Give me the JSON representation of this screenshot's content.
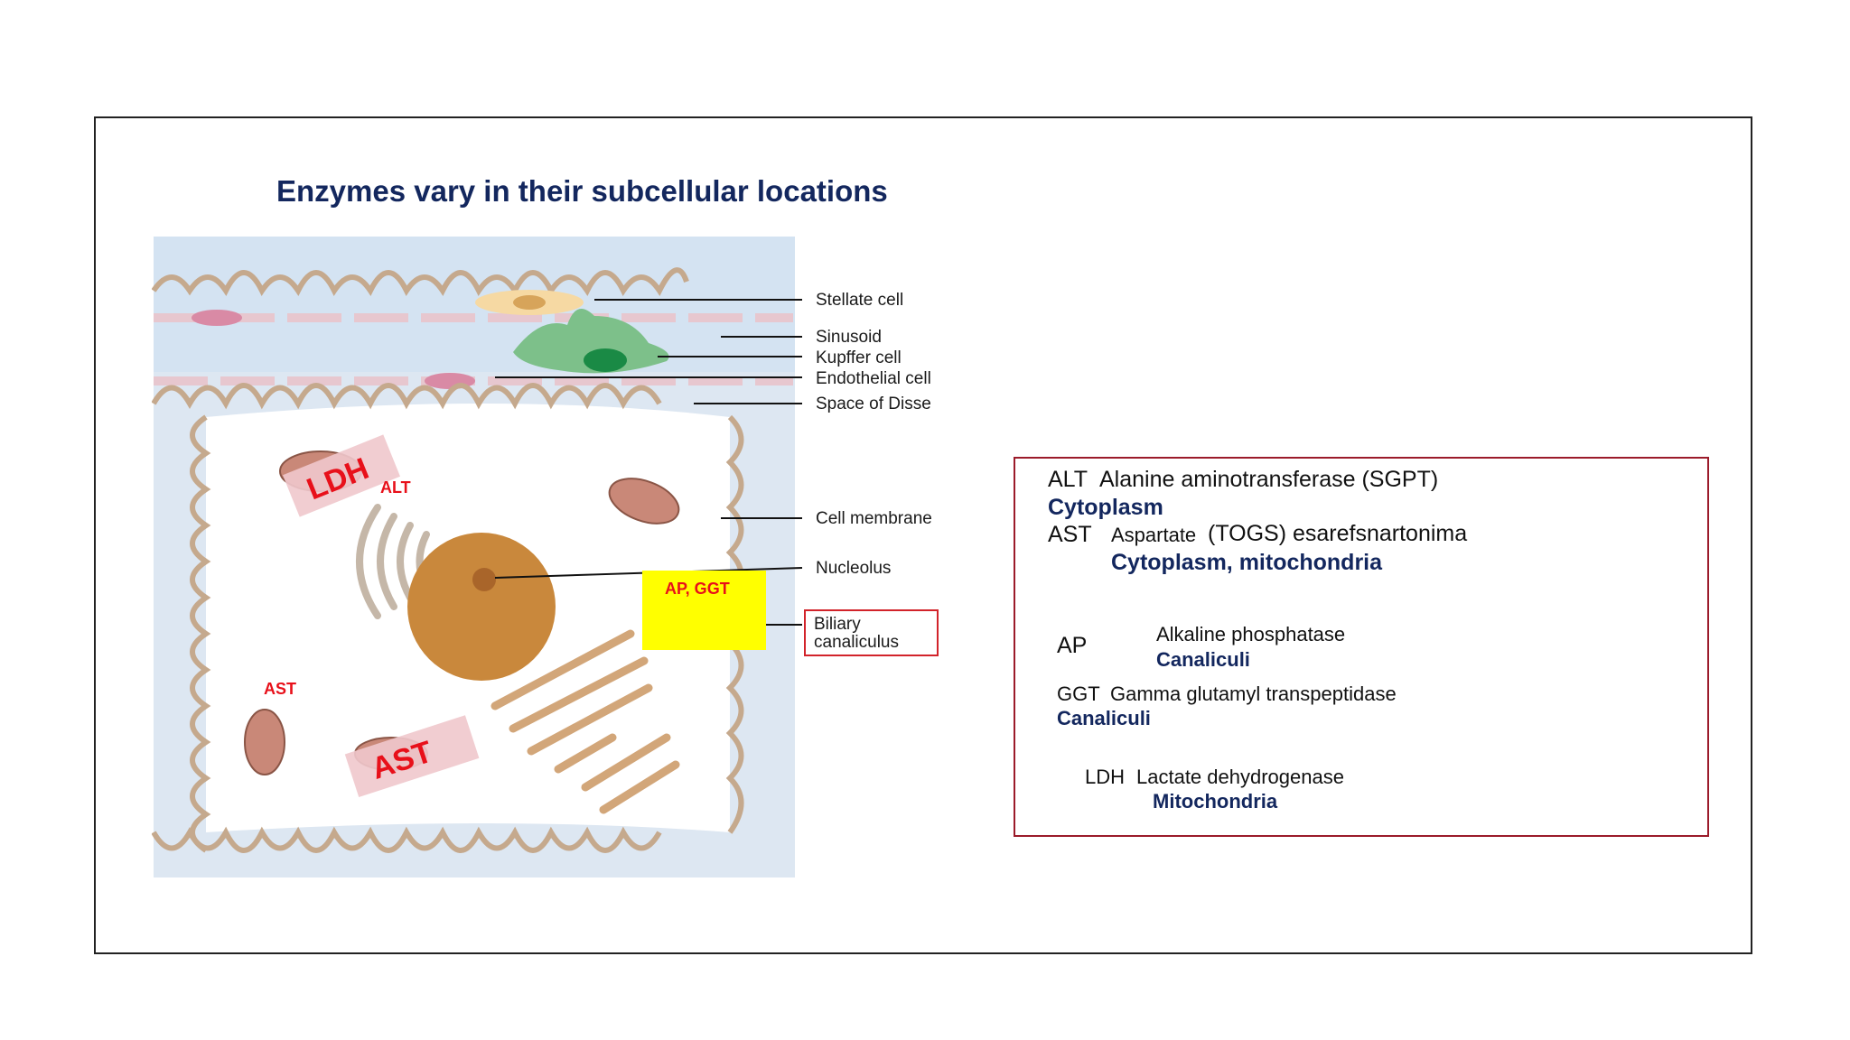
{
  "slide": {
    "title": "Enzymes vary in their subcellular locations"
  },
  "diagram": {
    "structure_labels": [
      "Stellate cell",
      "Sinusoid",
      "Kupffer cell",
      "Endothelial cell",
      "Space of Disse",
      "Cell membrane",
      "Nucleolus",
      "Biliary canaliculus"
    ],
    "enzyme_labels": {
      "ldh_tag": "LDH",
      "alt": "ALT",
      "ap_ggt": "AP, GGT",
      "ast_small": "AST",
      "ast_tag": "AST"
    },
    "colors": {
      "enzyme_red": "#e8101a",
      "highlight_yellow": "#ffff00",
      "tag_pink": "#f0c8cc",
      "sinusoid_blue": "#d4e3f2",
      "membrane_tan": "#c5a98d",
      "nucleus_brown": "#c9883c",
      "kupffer_green": "#7dc08a"
    }
  },
  "enzyme_box": {
    "alt": {
      "abbr": "ALT",
      "name": "Alanine aminotransferase (SGPT)",
      "location": "Cytoplasm"
    },
    "ast": {
      "abbr": "AST",
      "name_prefix": "Aspartate",
      "name_rest": "(TOGS) esarefsnartonima",
      "location": "Cytoplasm, mitochondria"
    },
    "ap": {
      "abbr": "AP",
      "name": "Alkaline phosphatase",
      "location": "Canaliculi"
    },
    "ggt": {
      "abbr": "GGT",
      "name": "Gamma glutamyl transpeptidase",
      "location": "Canaliculi"
    },
    "ldh": {
      "abbr": "LDH",
      "name": "Lactate dehydrogenase",
      "location": "Mitochondria"
    },
    "border_color": "#9b1b2a",
    "location_color": "#13275e"
  }
}
